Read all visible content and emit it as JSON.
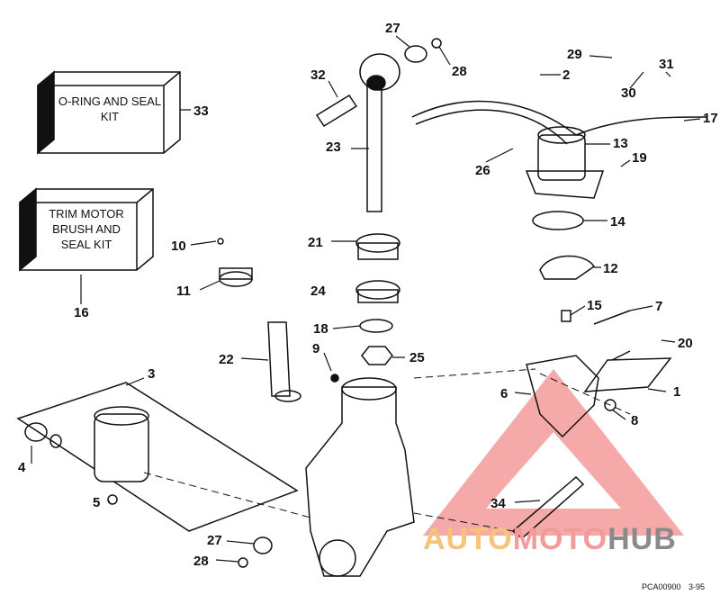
{
  "kits": {
    "oring_seal_kit": "O-RING AND SEAL KIT",
    "trim_motor_kit": "TRIM MOTOR BRUSH AND SEAL KIT"
  },
  "callouts": [
    "27",
    "28",
    "29",
    "30",
    "31",
    "32",
    "2",
    "33",
    "17",
    "23",
    "13",
    "19",
    "26",
    "14",
    "10",
    "21",
    "12",
    "11",
    "24",
    "16",
    "15",
    "7",
    "18",
    "20",
    "9",
    "22",
    "25",
    "3",
    "1",
    "6",
    "8",
    "4",
    "5",
    "34",
    "27",
    "28"
  ],
  "footer": {
    "code": "PCA00900",
    "date": "3-95"
  },
  "watermark": {
    "part1": "AUTO",
    "part2": "MOTO",
    "part3": "HUB"
  },
  "colors": {
    "ink": "#111111",
    "watermark_red": "#f39a9a",
    "watermark_orange": "#f7c27a",
    "watermark_gray": "#8a8a8a"
  }
}
